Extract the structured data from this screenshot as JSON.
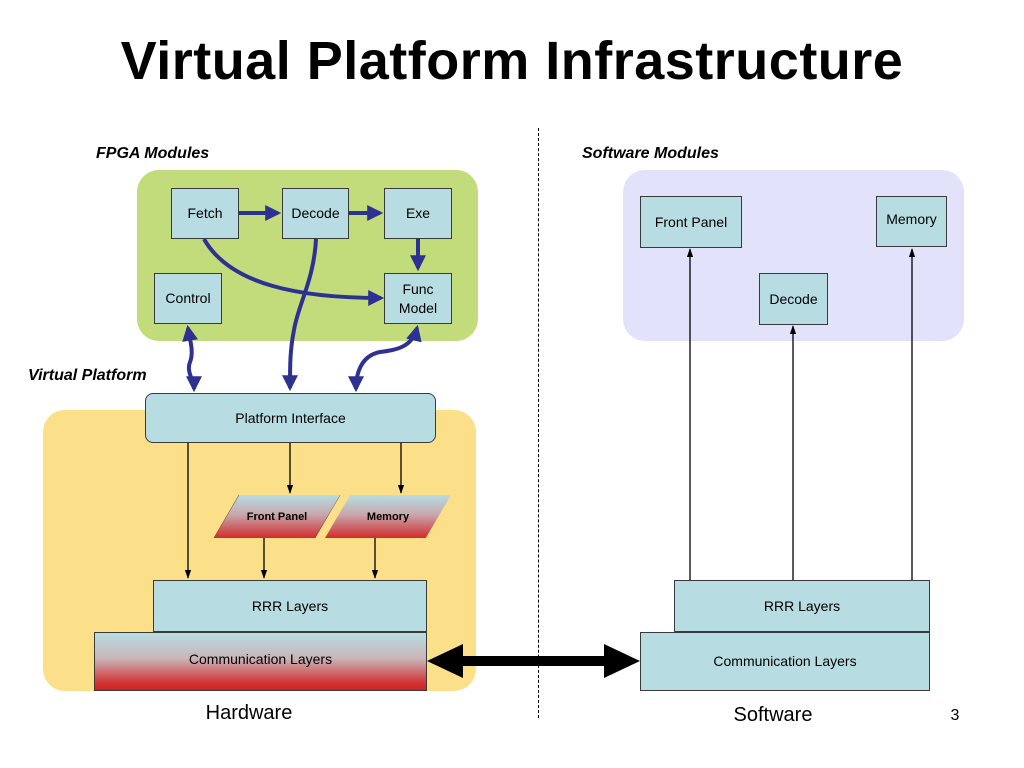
{
  "title": "Virtual Platform Infrastructure",
  "labels": {
    "fpga_modules": "FPGA Modules",
    "software_modules": "Software Modules",
    "virtual_platform": "Virtual Platform"
  },
  "fpga": {
    "fetch": "Fetch",
    "decode": "Decode",
    "exe": "Exe",
    "control": "Control",
    "func_model_line1": "Func",
    "func_model_line2": "Model"
  },
  "hardware": {
    "platform_interface": "Platform Interface",
    "front_panel": "Front Panel",
    "memory": "Memory",
    "rrr_layers": "RRR Layers",
    "communication_layers": "Communication Layers",
    "label": "Hardware"
  },
  "software": {
    "front_panel": "Front Panel",
    "memory": "Memory",
    "decode": "Decode",
    "rrr_layers": "RRR Layers",
    "communication_layers": "Communication Layers",
    "label": "Software"
  },
  "page_number": "3",
  "colors": {
    "fpga_region": "#c2dc7c",
    "software_region": "#e2e2fb",
    "platform_region": "#fce089",
    "box_fill": "#b7dde3",
    "arrow_blue": "#2e3192"
  }
}
